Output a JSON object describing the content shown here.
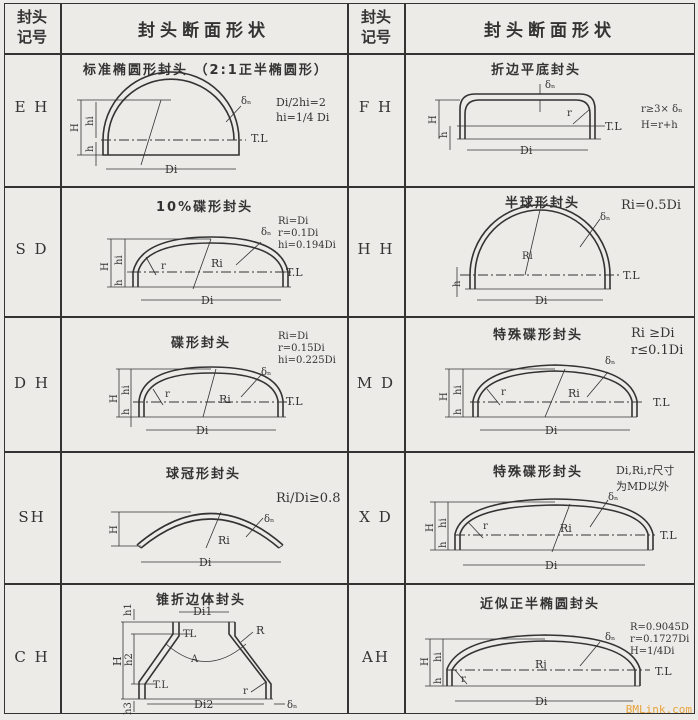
{
  "header": {
    "code_label_line1": "封头",
    "code_label_line2": "记号",
    "shape_label": "封头断面形状"
  },
  "rows": [
    {
      "left": {
        "code": "E H",
        "title": "标准椭圆形封头  （2:1正半椭圆形）",
        "formulas": [
          "Di/2hi=2",
          "hi=1/4 Di"
        ],
        "labels": {
          "thickness": "δₙ",
          "tl": "T.L",
          "di": "Di",
          "H": "H",
          "hi": "hi",
          "h": "h"
        }
      },
      "right": {
        "code": "F H",
        "title": "折边平底封头",
        "formulas": [
          "r≥3× δₙ",
          "H=r+h"
        ],
        "labels": {
          "thickness": "δₙ",
          "tl": "T.L",
          "di": "Di",
          "H": "H",
          "h": "h",
          "r": "r"
        }
      }
    },
    {
      "left": {
        "code": "S D",
        "title": "10%碟形封头",
        "formulas": [
          "Ri=Di",
          "r=0.1Di",
          "hi=0.194Di"
        ],
        "labels": {
          "thickness": "δₙ",
          "tl": "T.L",
          "di": "Di",
          "H": "H",
          "hi": "hi",
          "h": "h",
          "r": "r",
          "ri": "Ri"
        }
      },
      "right": {
        "code": "H H",
        "title": "半球形封头",
        "formulas": [
          "Ri=0.5Di"
        ],
        "labels": {
          "thickness": "δₙ",
          "tl": "T.L",
          "di": "Di",
          "h": "h",
          "ri": "Ri"
        }
      }
    },
    {
      "left": {
        "code": "D H",
        "title": "碟形封头",
        "formulas": [
          "Ri=Di",
          "r=0.15Di",
          "hi=0.225Di"
        ],
        "labels": {
          "thickness": "δₙ",
          "tl": "T.L",
          "di": "Di",
          "H": "H",
          "hi": "hi",
          "h": "h",
          "r": "r",
          "ri": "Ri"
        }
      },
      "right": {
        "code": "M D",
        "title": "特殊碟形封头",
        "formulas": [
          "Ri ≥Di",
          "r≤0.1Di"
        ],
        "labels": {
          "thickness": "δₙ",
          "tl": "T.L",
          "di": "Di",
          "H": "H",
          "hi": "hi",
          "h": "h",
          "r": "r",
          "ri": "Ri"
        }
      }
    },
    {
      "left": {
        "code": "SH",
        "title": "球冠形封头",
        "formulas": [
          "Ri/Di≥0.8"
        ],
        "labels": {
          "thickness": "δₙ",
          "di": "Di",
          "H": "H",
          "ri": "Ri"
        }
      },
      "right": {
        "code": "X D",
        "title": "特殊碟形封头",
        "formulas": [
          "Di,Ri,r尺寸",
          "为MD以外"
        ],
        "labels": {
          "thickness": "δₙ",
          "tl": "T.L",
          "di": "Di",
          "H": "H",
          "hi": "hi",
          "h": "h",
          "r": "r",
          "ri": "Ri"
        }
      }
    },
    {
      "left": {
        "code": "C H",
        "title": "锥折边体封头",
        "formulas": [],
        "labels": {
          "thickness": "δₙ",
          "tl_top": "TL",
          "tl_bottom": "T.L",
          "di1": "Di1",
          "di2": "Di2",
          "H": "H",
          "h1": "h1",
          "h2": "h2",
          "h3": "h3",
          "R": "R",
          "r": "r",
          "A": "A"
        }
      },
      "right": {
        "code": "AH",
        "title": "近似正半椭圆封头",
        "formulas": [
          "R=0.9045D",
          "r=0.1727Di",
          "H=1/4Di"
        ],
        "labels": {
          "thickness": "δₙ",
          "tl": "T.L",
          "di": "Di",
          "H": "H",
          "hi": "hi",
          "h": "h",
          "r": "r",
          "ri": "Rj"
        }
      }
    }
  ],
  "watermark": "BMLink.com"
}
